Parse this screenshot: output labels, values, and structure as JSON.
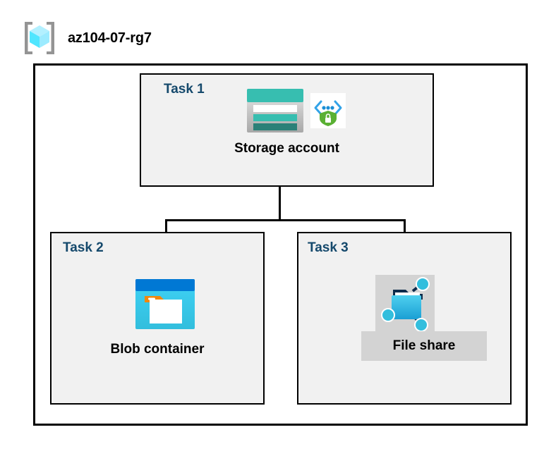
{
  "resource_group": {
    "icon": "resource-group-cube-icon",
    "name": "az104-07-rg7"
  },
  "tasks": [
    {
      "id": "task1",
      "label": "Task 1",
      "node_caption": "Storage account",
      "icons": [
        "storage-account-icon",
        "secure-endpoint-icon"
      ],
      "highlighted": false
    },
    {
      "id": "task2",
      "label": "Task 2",
      "node_caption": "Blob container",
      "icons": [
        "blob-container-icon"
      ],
      "highlighted": false
    },
    {
      "id": "task3",
      "label": "Task 3",
      "node_caption": "File share",
      "icons": [
        "file-share-icon"
      ],
      "highlighted": true
    }
  ],
  "colors": {
    "task_label": "#15496c",
    "panel_fill": "#f1f1f1",
    "panel_border": "#000000",
    "boundary_border": "#000000",
    "canvas": "#ffffff",
    "highlight_fill": "#d3d3d3",
    "storage_teal": "#37beb0",
    "storage_teal_dark": "#2a8078",
    "blob_blue": "#0078d4",
    "blob_cyan": "#32bedd",
    "blob_tag_orange": "#f2870d",
    "fileshare_blue": "#32bedd",
    "fileshare_navy": "#0d2a4a",
    "shield_green": "#5ab033",
    "cube_cyan": "#9cebff",
    "bracket_gray": "#949494"
  },
  "connectors": [
    {
      "name": "task1-to-branch-trunk",
      "from": "Storage account",
      "to": "branch"
    },
    {
      "name": "branch-to-task2",
      "from": "branch",
      "to": "Blob container"
    },
    {
      "name": "branch-to-task3",
      "from": "branch",
      "to": "File share"
    }
  ]
}
